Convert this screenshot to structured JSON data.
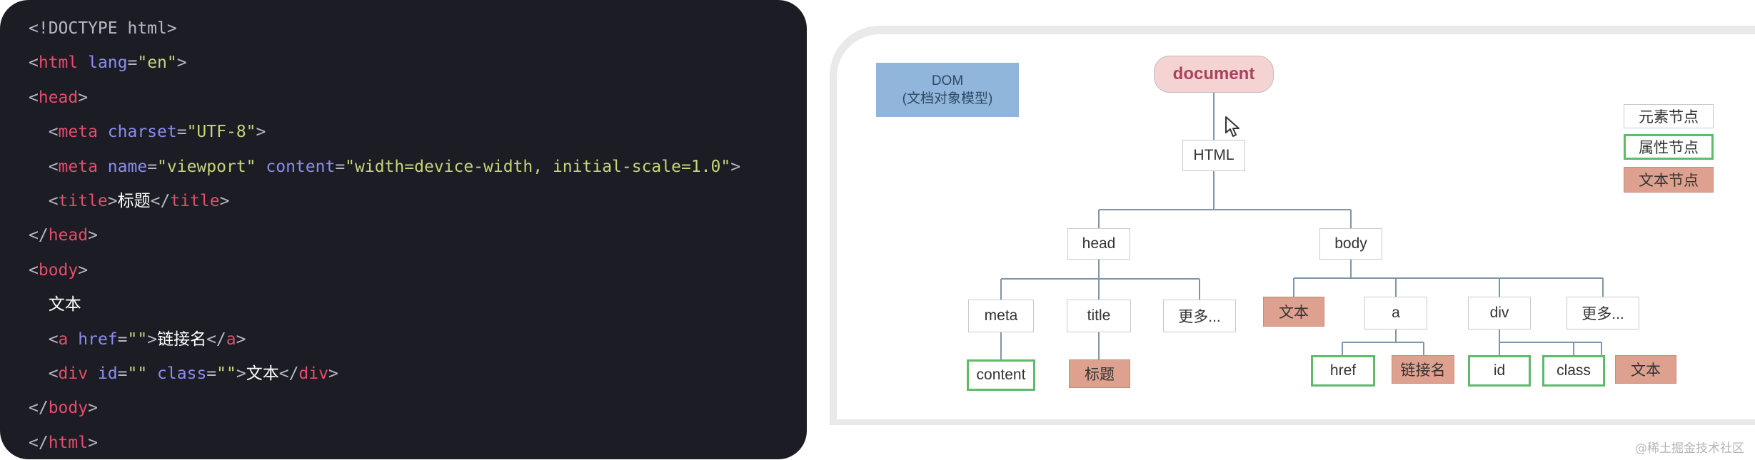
{
  "code": {
    "lines": [
      [
        {
          "t": "<!DOCTYPE html>",
          "c": "punct"
        }
      ],
      [
        {
          "t": "<",
          "c": "punct"
        },
        {
          "t": "html",
          "c": "tag"
        },
        {
          "t": " lang",
          "c": "attr"
        },
        {
          "t": "=",
          "c": "punct"
        },
        {
          "t": "\"en\"",
          "c": "str"
        },
        {
          "t": ">",
          "c": "punct"
        }
      ],
      [
        {
          "t": "<",
          "c": "punct"
        },
        {
          "t": "head",
          "c": "tag"
        },
        {
          "t": ">",
          "c": "punct"
        }
      ],
      [
        {
          "t": "  <",
          "c": "punct"
        },
        {
          "t": "meta",
          "c": "tag"
        },
        {
          "t": " charset",
          "c": "attr"
        },
        {
          "t": "=",
          "c": "punct"
        },
        {
          "t": "\"UTF-8\"",
          "c": "str"
        },
        {
          "t": ">",
          "c": "punct"
        }
      ],
      [
        {
          "t": "  <",
          "c": "punct"
        },
        {
          "t": "meta",
          "c": "tag"
        },
        {
          "t": " name",
          "c": "attr"
        },
        {
          "t": "=",
          "c": "punct"
        },
        {
          "t": "\"viewport\"",
          "c": "str"
        },
        {
          "t": " content",
          "c": "attr"
        },
        {
          "t": "=",
          "c": "punct"
        },
        {
          "t": "\"width=device-width, initial-scale=1.0\"",
          "c": "str"
        },
        {
          "t": ">",
          "c": "punct"
        }
      ],
      [
        {
          "t": "  <",
          "c": "punct"
        },
        {
          "t": "title",
          "c": "tag"
        },
        {
          "t": ">",
          "c": "punct"
        },
        {
          "t": "标题",
          "c": "txt"
        },
        {
          "t": "</",
          "c": "punct"
        },
        {
          "t": "title",
          "c": "tag"
        },
        {
          "t": ">",
          "c": "punct"
        }
      ],
      [
        {
          "t": "</",
          "c": "punct"
        },
        {
          "t": "head",
          "c": "tag"
        },
        {
          "t": ">",
          "c": "punct"
        }
      ],
      [
        {
          "t": "<",
          "c": "punct"
        },
        {
          "t": "body",
          "c": "tag"
        },
        {
          "t": ">",
          "c": "punct"
        }
      ],
      [
        {
          "t": "  文本",
          "c": "txt"
        }
      ],
      [
        {
          "t": "  <",
          "c": "punct"
        },
        {
          "t": "a",
          "c": "tag"
        },
        {
          "t": " href",
          "c": "attr"
        },
        {
          "t": "=",
          "c": "punct"
        },
        {
          "t": "\"\"",
          "c": "str"
        },
        {
          "t": ">",
          "c": "punct"
        },
        {
          "t": "链接名",
          "c": "txt"
        },
        {
          "t": "</",
          "c": "punct"
        },
        {
          "t": "a",
          "c": "tag"
        },
        {
          "t": ">",
          "c": "punct"
        }
      ],
      [
        {
          "t": "  <",
          "c": "punct"
        },
        {
          "t": "div",
          "c": "tag"
        },
        {
          "t": " id",
          "c": "attr"
        },
        {
          "t": "=",
          "c": "punct"
        },
        {
          "t": "\"\"",
          "c": "str"
        },
        {
          "t": " class",
          "c": "attr"
        },
        {
          "t": "=",
          "c": "punct"
        },
        {
          "t": "\"\"",
          "c": "str"
        },
        {
          "t": ">",
          "c": "punct"
        },
        {
          "t": "文本",
          "c": "txt"
        },
        {
          "t": "</",
          "c": "punct"
        },
        {
          "t": "div",
          "c": "tag"
        },
        {
          "t": ">",
          "c": "punct"
        }
      ],
      [
        {
          "t": "</",
          "c": "punct"
        },
        {
          "t": "body",
          "c": "tag"
        },
        {
          "t": ">",
          "c": "punct"
        }
      ],
      [
        {
          "t": "</",
          "c": "punct"
        },
        {
          "t": "html",
          "c": "tag"
        },
        {
          "t": ">",
          "c": "punct"
        }
      ]
    ]
  },
  "diagram": {
    "dom_label_line1": "DOM",
    "dom_label_line2": "(文档对象模型)",
    "root": "document",
    "legend": {
      "element": "元素节点",
      "attribute": "属性节点",
      "text": "文本节点"
    },
    "nodes": {
      "html": "HTML",
      "head": "head",
      "body": "body",
      "meta": "meta",
      "title": "title",
      "head_more": "更多...",
      "body_text": "文本",
      "a": "a",
      "div": "div",
      "body_more": "更多...",
      "content": "content",
      "title_text": "标题",
      "href": "href",
      "a_text": "链接名",
      "id": "id",
      "class": "class",
      "div_text": "文本"
    },
    "colors": {
      "text_node_fill": "#dea18f",
      "attribute_border": "#5dbb6a",
      "dom_fill": "#91b6db",
      "document_fill": "#f6d3d3"
    }
  },
  "watermark": "@稀土掘金技术社区"
}
